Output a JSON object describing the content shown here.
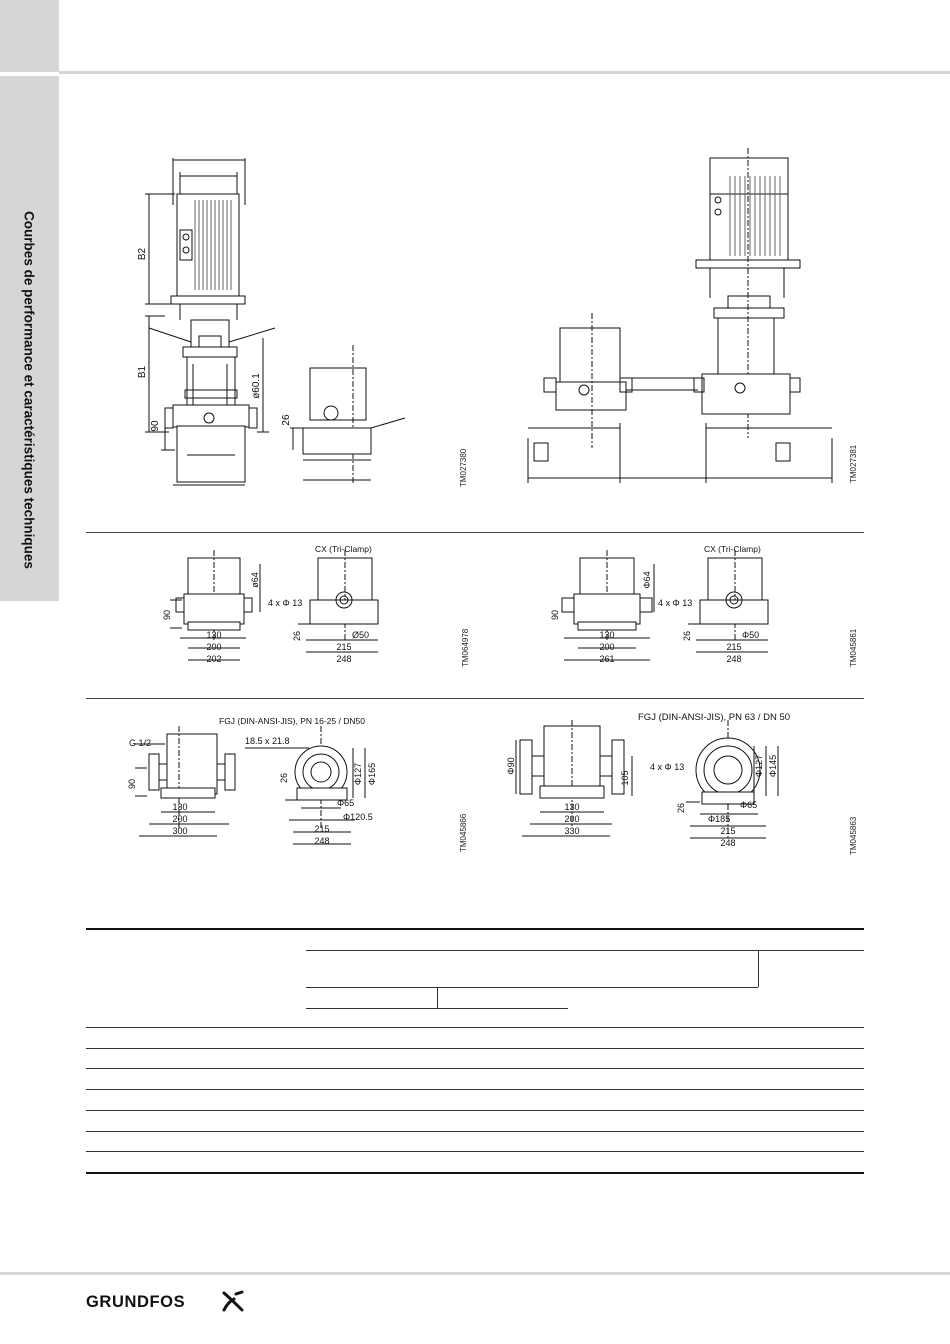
{
  "sidebar": {
    "title": "Courbes de performance et caractéristiques techniques"
  },
  "drawings": {
    "top_left": {
      "dims": {
        "b2": "B2",
        "b1": "B1",
        "h90": "90",
        "d60": "ø60.1",
        "h26": "26"
      },
      "ref": "TM027380"
    },
    "top_right": {
      "ref": "TM027381"
    },
    "mid_left": {
      "label": "CX (Tri-Clamp)",
      "dims": {
        "d64": "ø64",
        "h90": "90",
        "holes": "4 x Φ 13",
        "w130": "130",
        "w200": "200",
        "w202": "202",
        "h26": "26",
        "w215": "215",
        "w248": "248",
        "d50": "Ø50"
      },
      "ref": "TM064978"
    },
    "mid_right": {
      "label": "CX (Tri-Clamp)",
      "dims": {
        "d64": "Φ64",
        "h90": "90",
        "holes": "4 x Φ 13",
        "w130": "130",
        "w200": "200",
        "w261": "261",
        "h26": "26",
        "w215": "215",
        "w248": "248",
        "d50": "Φ50"
      },
      "ref": "TM045861"
    },
    "bot_left": {
      "label": "FGJ (DIN-ANSI-JIS), PN 16-25 / DN50",
      "dims": {
        "g12": "G 1/2",
        "h90": "90",
        "w130": "130",
        "w200": "200",
        "w300": "300",
        "slot": "18.5 x 21.8",
        "h26": "26",
        "d127": "Φ127",
        "d165": "Φ165",
        "d65": "Φ65",
        "d120": "Φ120.5",
        "w215": "215",
        "w248": "248"
      },
      "ref": "TM045866"
    },
    "bot_right": {
      "label": "FGJ (DIN-ANSI-JIS), PN 63 / DN 50",
      "dims": {
        "d90": "Φ90",
        "h105": "105",
        "w130": "130",
        "w200": "200",
        "w330": "330",
        "holes": "4 x Φ 13",
        "d127": "Φ127",
        "d145": "Φ145",
        "h26": "26",
        "d65": "Φ65",
        "d185": "Φ185",
        "w215": "215",
        "w248": "248"
      },
      "ref": "TM045863"
    }
  },
  "brand": {
    "name": "GRUNDFOS"
  }
}
